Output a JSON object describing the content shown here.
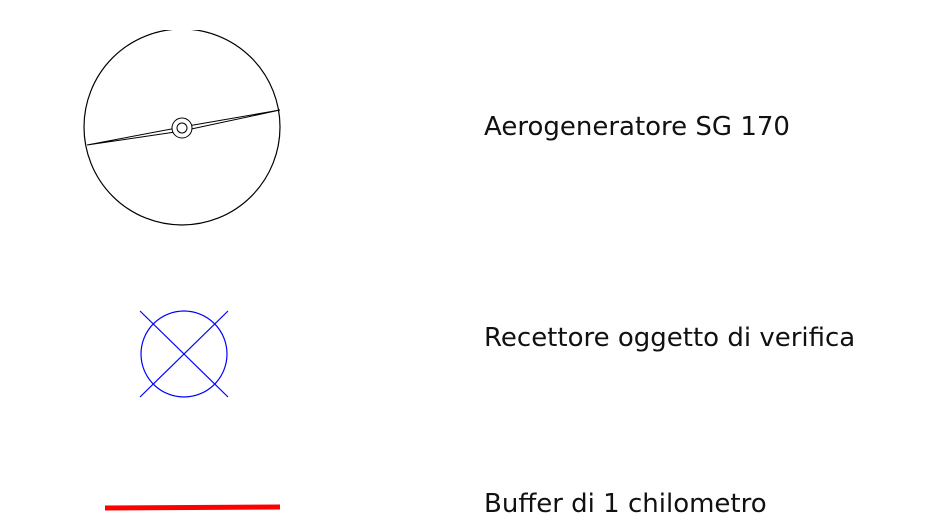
{
  "legend": {
    "items": [
      {
        "icon": "wind-turbine-icon",
        "label": "Aerogeneratore SG 170",
        "color": "#000000"
      },
      {
        "icon": "receptor-icon",
        "label": "Recettore oggetto di verifica",
        "color": "#0000ff"
      },
      {
        "icon": "buffer-line-icon",
        "label": "Buffer di 1 chilometro",
        "color": "#ff0000"
      }
    ]
  }
}
